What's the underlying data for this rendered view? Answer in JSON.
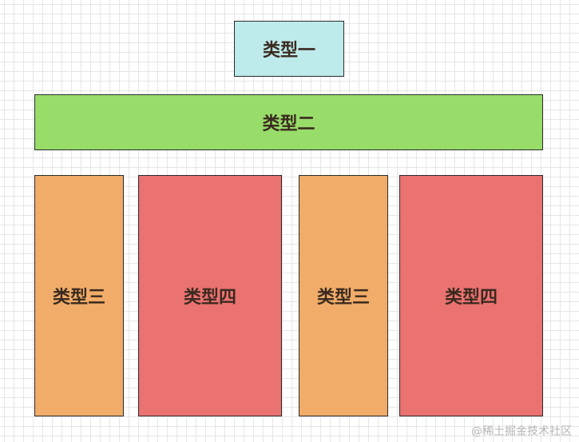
{
  "boxes": {
    "type1": {
      "label": "类型一",
      "color": "#bdeaea"
    },
    "type2": {
      "label": "类型二",
      "color": "#98dc6a"
    },
    "type3a": {
      "label": "类型三",
      "color": "#f0ac68"
    },
    "type4a": {
      "label": "类型四",
      "color": "#ea7270"
    },
    "type3b": {
      "label": "类型三",
      "color": "#f0ac68"
    },
    "type4b": {
      "label": "类型四",
      "color": "#ea7270"
    }
  },
  "watermark": "@稀土掘金技术社区"
}
